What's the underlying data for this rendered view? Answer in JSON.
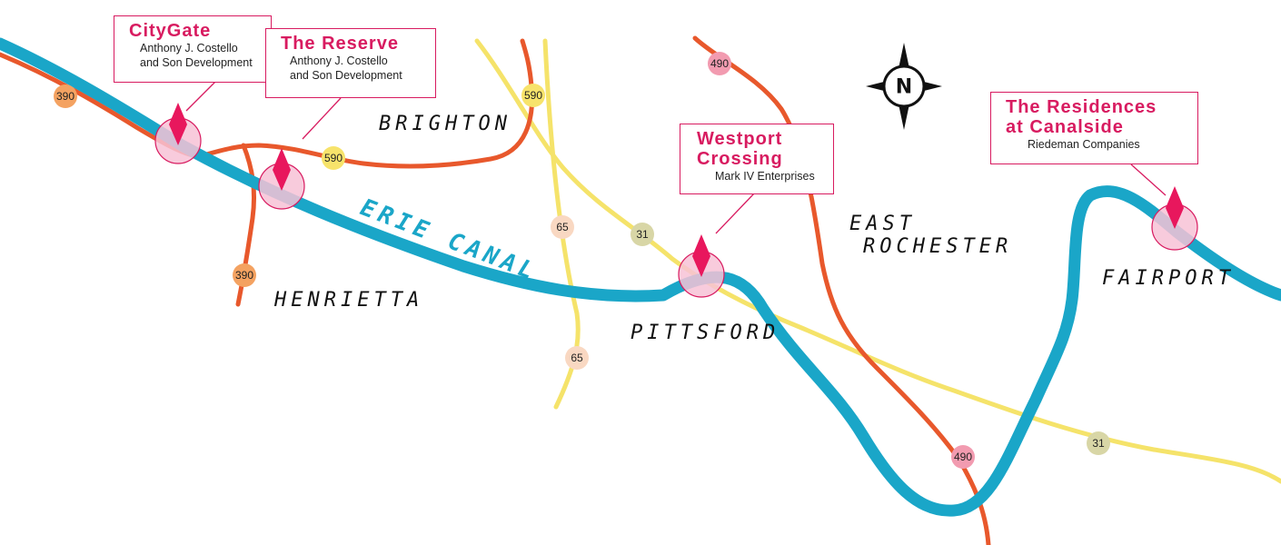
{
  "map": {
    "colors": {
      "canal": "#1aa6c8",
      "highway_red": "#e8582c",
      "highway_yellow": "#f5e36a",
      "marker": "#e8175d",
      "marker_halo": "#f7c2d6",
      "callout_border": "#d81b60"
    },
    "canal_label": "ERIE CANAL",
    "towns": [
      "BRIGHTON",
      "HENRIETTA",
      "PITTSFORD",
      "EAST",
      "ROCHESTER",
      "FAIRPORT"
    ],
    "compass": {
      "letter": "N",
      "icon": "compass-rose-icon"
    },
    "developments": [
      {
        "name": "CityGate",
        "developer": "Anthony J. Costello\nand Son Development"
      },
      {
        "name": "The Reserve",
        "developer": "Anthony J. Costello\nand Son Development"
      },
      {
        "name": "Westport\nCrossing",
        "developer": "Mark IV Enterprises"
      },
      {
        "name": "The Residences\nat Canalside",
        "developer": "Riedeman Companies"
      }
    ],
    "route_shields": [
      {
        "number": "390",
        "color": "#f4a261"
      },
      {
        "number": "390",
        "color": "#f4a261"
      },
      {
        "number": "590",
        "color": "#f7e36b"
      },
      {
        "number": "590",
        "color": "#f7e36b"
      },
      {
        "number": "490",
        "color": "#f29bb0"
      },
      {
        "number": "490",
        "color": "#f29bb0"
      },
      {
        "number": "65",
        "color": "#f9d8c2"
      },
      {
        "number": "65",
        "color": "#f9d8c2"
      },
      {
        "number": "31",
        "color": "#d8d6a6"
      },
      {
        "number": "31",
        "color": "#d8d6a6"
      }
    ]
  }
}
